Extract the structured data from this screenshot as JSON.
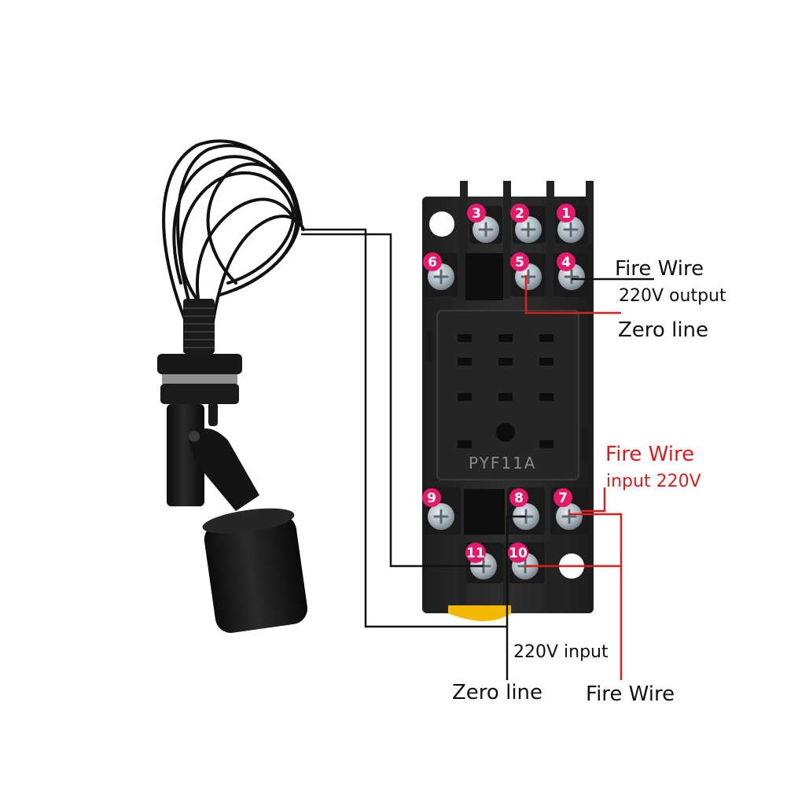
{
  "relay_model": "PYF11A",
  "terminal_numbers": [
    "1",
    "2",
    "3",
    "4",
    "5",
    "6",
    "7",
    "8",
    "9",
    "10",
    "11"
  ],
  "labels": {
    "output_fire_wire": "Fire  Wire",
    "output_220v": "220V output",
    "output_zero_line": "Zero line",
    "input_fire_wire": "Fire  Wire",
    "input_220v": "input 220V",
    "bottom_220v_input": "220V input",
    "bottom_zero_line": "Zero line",
    "bottom_fire_wire": "Fire  Wire"
  },
  "colors": {
    "terminal_badge": "#e6196a",
    "wire_black": "#111111",
    "wire_red": "#e01d1d",
    "relay_body": "#2b2b2b"
  },
  "icons": [
    "float-switch-icon",
    "relay-socket-icon"
  ]
}
